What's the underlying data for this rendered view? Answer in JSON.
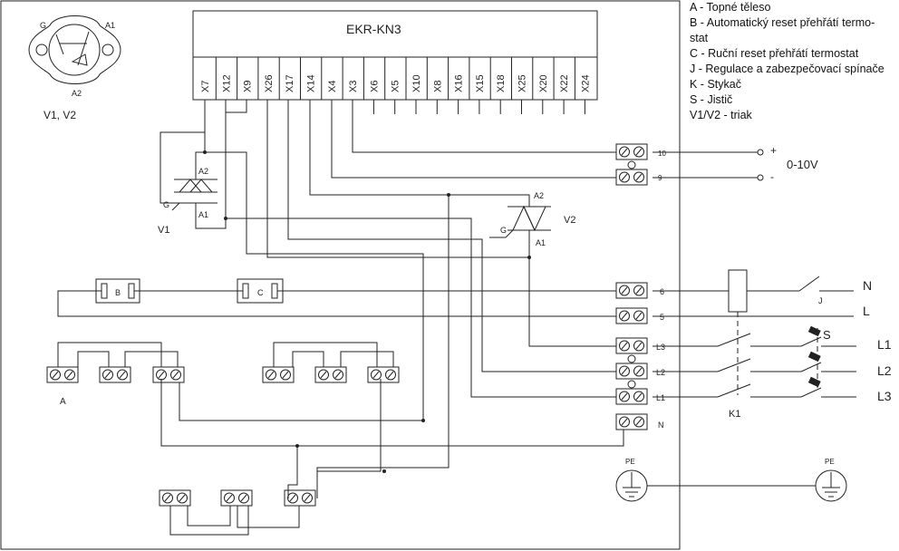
{
  "controller": {
    "title": "EKR-KN3",
    "terminals": [
      "X7",
      "X12",
      "X9",
      "X26",
      "X17",
      "X14",
      "X4",
      "X3",
      "X6",
      "X5",
      "X10",
      "X8",
      "X16",
      "X15",
      "X18",
      "X25",
      "X20",
      "X22",
      "X24"
    ]
  },
  "legend": [
    "A - Topné těleso",
    "B - Automatický reset přehřátí termo-",
    "stat",
    "C - Ruční reset přehřátí termostat",
    "J - Regulace a zabezpečovací spínače",
    "K - Stykač",
    "S - Jistič",
    "V1/V2 - triak"
  ],
  "triac_icon": {
    "pin_g": "G",
    "pin_a1": "A1",
    "pin_a2": "A2",
    "caption": "V1, V2"
  },
  "triacs": {
    "v1": {
      "label": "V1",
      "a2": "A2",
      "a1": "A1",
      "g": "G"
    },
    "v2": {
      "label": "V2",
      "a2": "A2",
      "a1": "A1",
      "g": "G"
    }
  },
  "thermostats": {
    "b": "B",
    "c": "C"
  },
  "heater_label": "A",
  "terminal_block": {
    "t10": "10",
    "t9": "9",
    "t6": "6",
    "t5": "5",
    "l3": "L3",
    "l2": "L2",
    "l1": "L1",
    "n": "N"
  },
  "signal": {
    "plus": "+",
    "minus": "-",
    "range": "0-10V"
  },
  "supply": {
    "n": "N",
    "l": "L",
    "l1": "L1",
    "l2": "L2",
    "l3": "L3"
  },
  "switch_j": "J",
  "breaker_s": "S",
  "contactor_k1": "K1",
  "pe_left": "PE",
  "pe_right": "PE"
}
